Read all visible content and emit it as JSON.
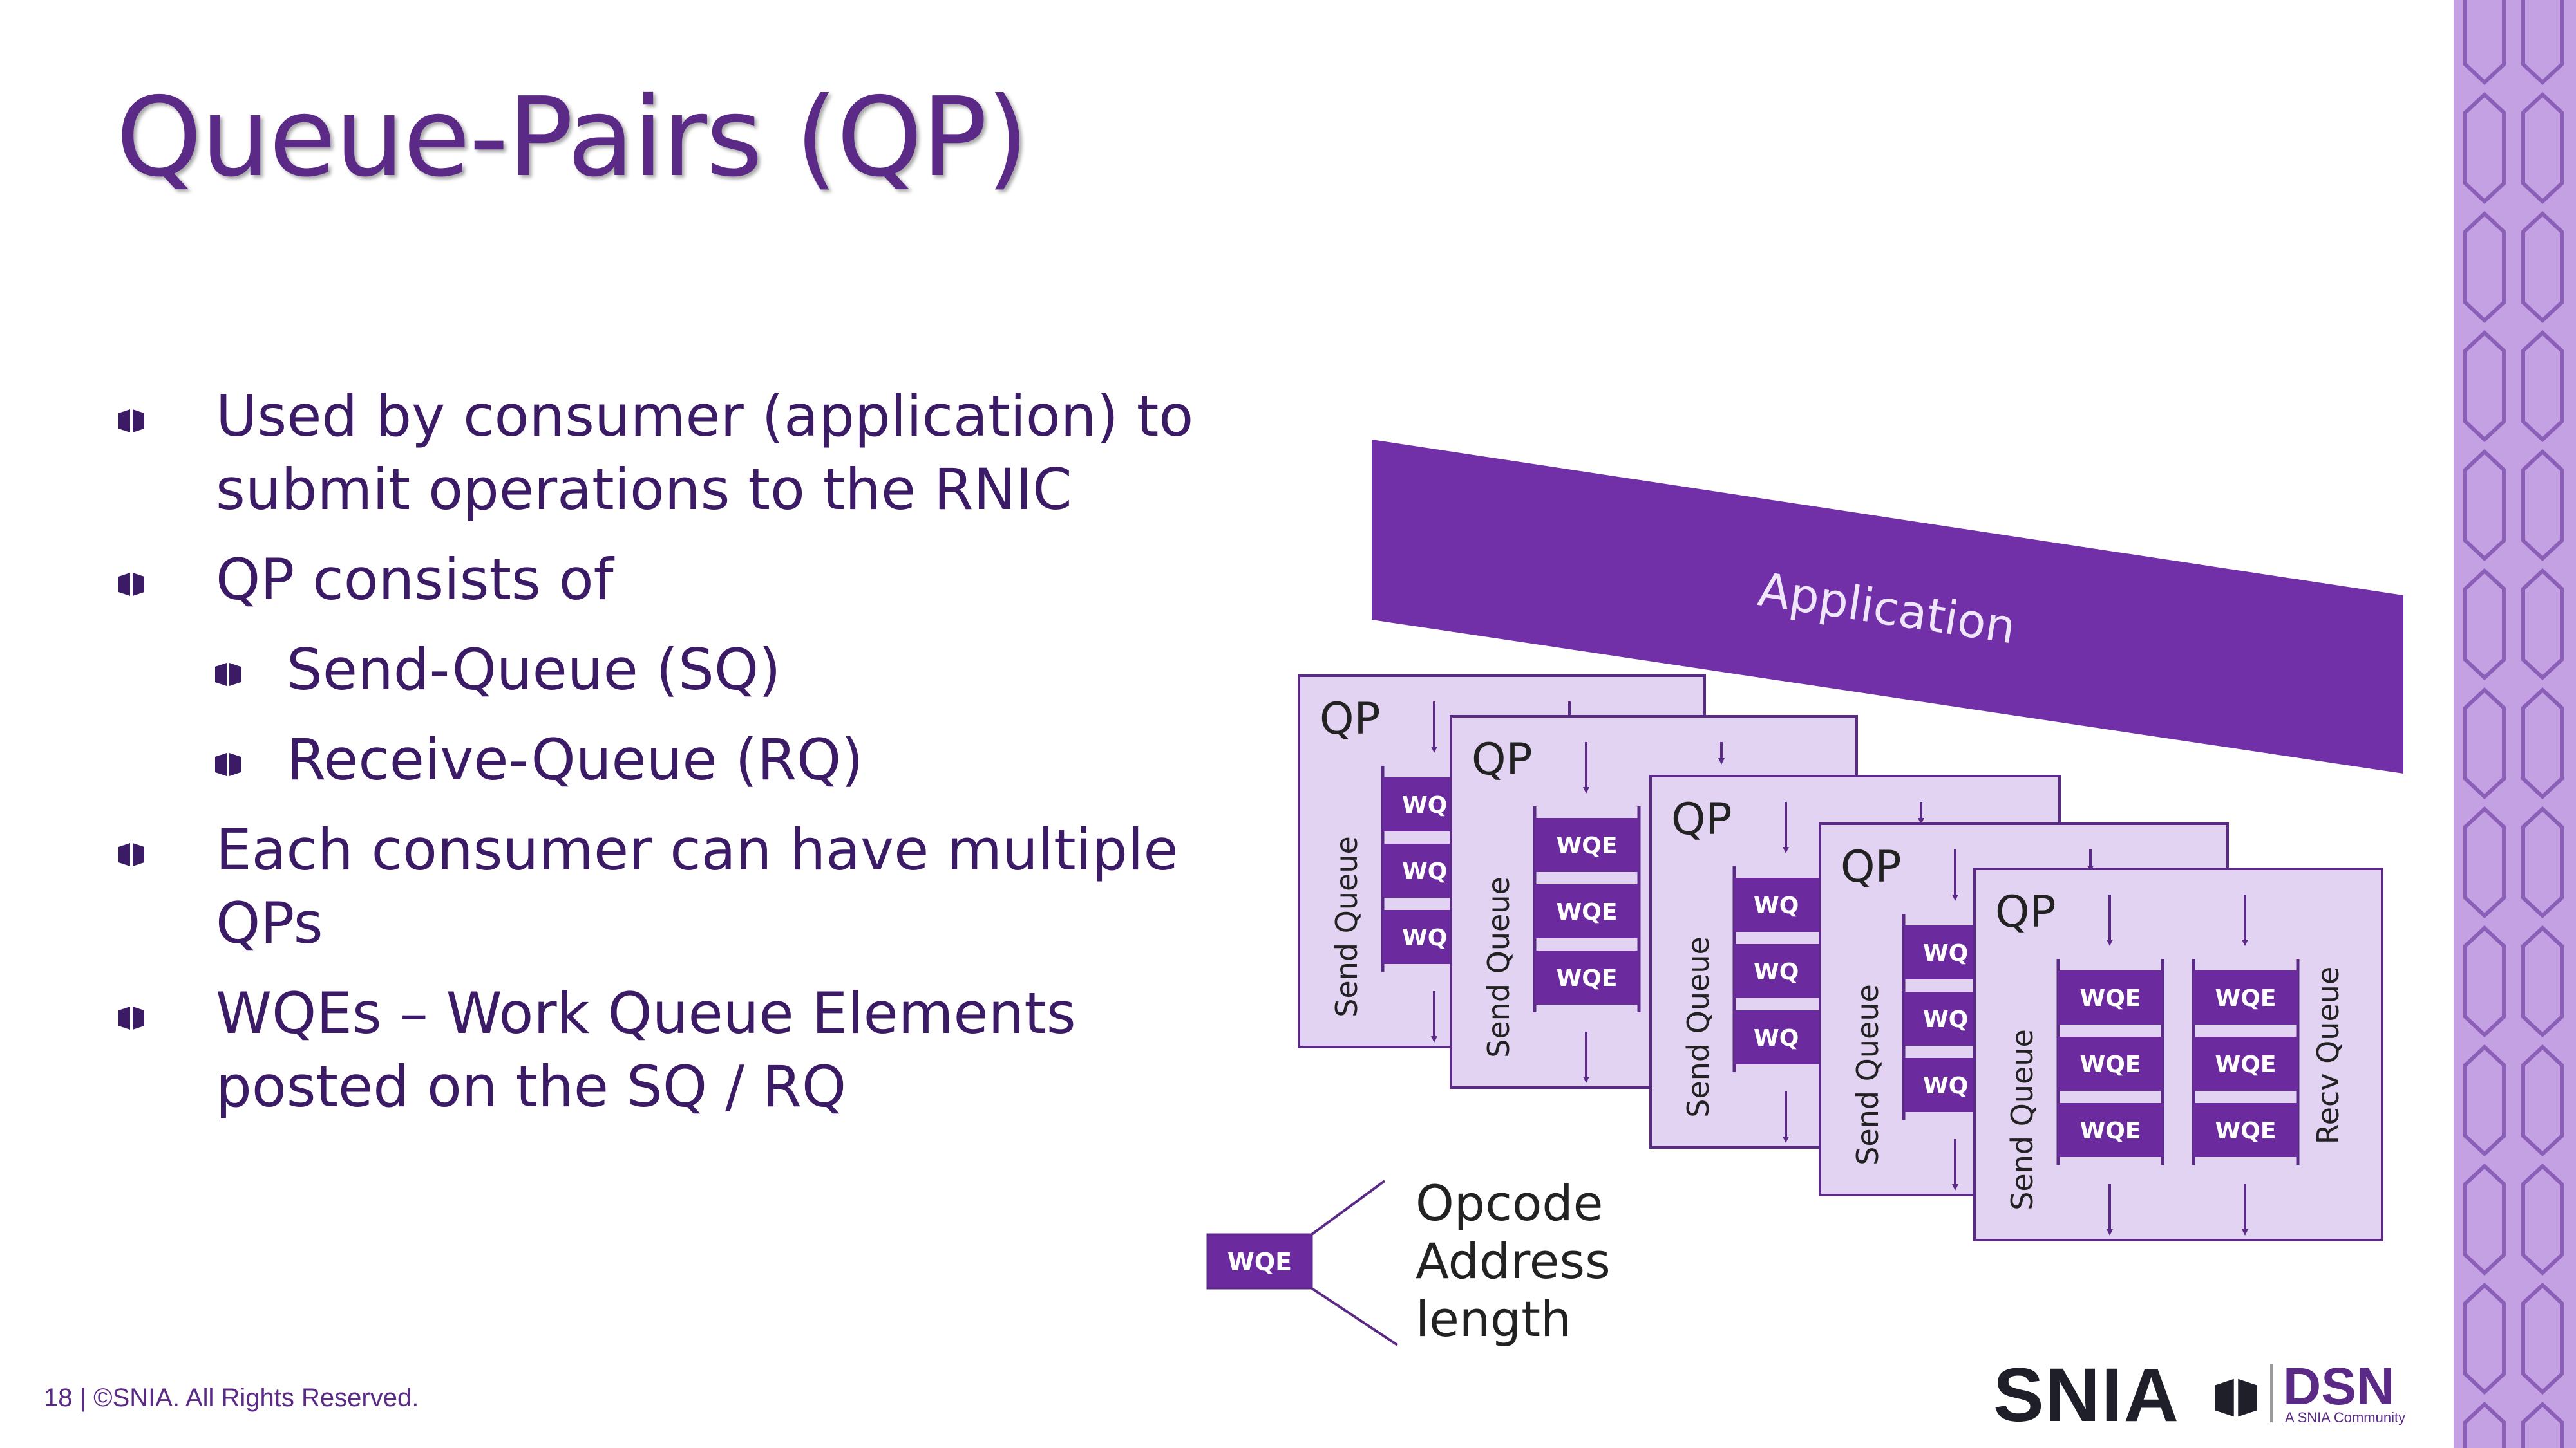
{
  "slide": {
    "title": "Queue-Pairs (QP)",
    "bullets": [
      {
        "level": 1,
        "text": "Used by consumer (application) to submit operations to the RNIC"
      },
      {
        "level": 1,
        "text": "QP consists of"
      },
      {
        "level": 2,
        "text": "Send-Queue (SQ)"
      },
      {
        "level": 2,
        "text": "Receive-Queue (RQ)"
      },
      {
        "level": 1,
        "text": "Each consumer can have multiple QPs"
      },
      {
        "level": 1,
        "text": "WQEs – Work Queue Elements posted on the SQ / RQ"
      }
    ],
    "footer": "18 | ©SNIA. All Rights Reserved."
  },
  "diagram": {
    "application_label": "Application",
    "qp_label": "QP",
    "send_queue_label": "Send Queue",
    "recv_queue_label": "Recv Queue",
    "wqe_label": "WQE",
    "wqe_truncated_label": "WQ",
    "legend_wqe": "WQE",
    "legend_fields": [
      "Opcode",
      "Address",
      "length"
    ]
  },
  "logos": {
    "snia": "SNIA",
    "dsn": "DSN",
    "dsn_tagline": "A SNIA Community"
  },
  "colors": {
    "title": "#5b2a86",
    "text": "#3b1a66",
    "application_bar": "#7130a8",
    "qp_fill": "#e3d3f2",
    "qp_border": "#5b2a86",
    "wqe_fill": "#6b2b9e",
    "sidebar": "#c4a1e2"
  }
}
